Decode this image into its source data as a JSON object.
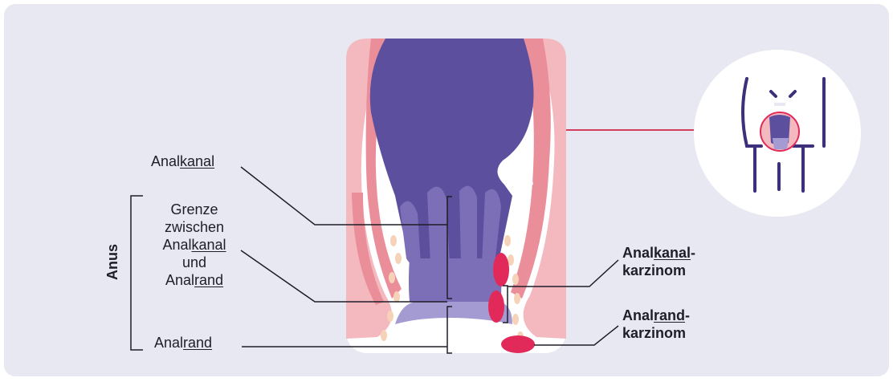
{
  "labels": {
    "analkanal": {
      "pre": "Anal",
      "u": "kanal",
      "post": ""
    },
    "grenze_1": "Grenze",
    "grenze_2": "zwischen",
    "grenze_3": {
      "pre": "Anal",
      "u": "kanal",
      "post": ""
    },
    "grenze_4": "und",
    "grenze_5": {
      "pre": "Anal",
      "u": "rand",
      "post": ""
    },
    "analrand": {
      "pre": "Anal",
      "u": "rand",
      "post": ""
    },
    "anus": "Anus",
    "kanal_karz_1": {
      "pre": "Anal",
      "u": "kanal",
      "post": "-"
    },
    "kanal_karz_2": "karzinom",
    "rand_karz_1": {
      "pre": "Anal",
      "u": "rand",
      "post": "-"
    },
    "rand_karz_2": "karzinom"
  },
  "colors": {
    "panel": "#e8e8f2",
    "purple_dark": "#5b4f9e",
    "purple_mid": "#7c6fb8",
    "purple_light": "#a59bd3",
    "pink_outer": "#f4b8bf",
    "pink_mid": "#ea8e9a",
    "tumor": "#e22a5a",
    "line": "#d63c5c",
    "ink": "#1e1e28"
  }
}
